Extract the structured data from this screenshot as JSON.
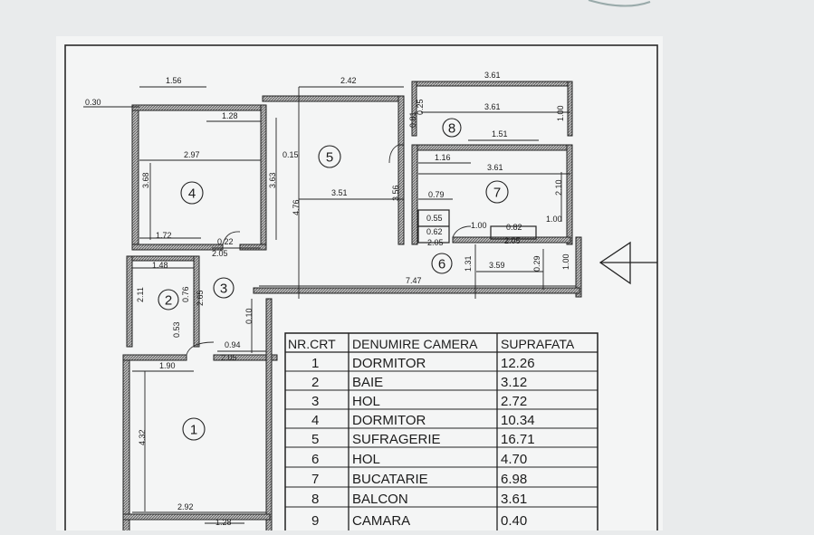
{
  "title_mark": "",
  "rooms": [
    {
      "no": "1"
    },
    {
      "no": "2"
    },
    {
      "no": "3"
    },
    {
      "no": "4"
    },
    {
      "no": "5"
    },
    {
      "no": "6"
    },
    {
      "no": "7"
    },
    {
      "no": "8"
    }
  ],
  "dimensions": {
    "d_156": "1.56",
    "d_242": "2.42",
    "d_361_top": "3.61",
    "d_030": "0.30",
    "d_128_top": "1.28",
    "d_361_balcony": "3.61",
    "d_100_balcony": "1.00",
    "d_181": "0.81",
    "d_025": "0.25",
    "d_151": "1.51",
    "d_297": "2.97",
    "d_015": "0.15",
    "d_116": "1.16",
    "d_361_kitchen": "3.61",
    "d_368": "3.68",
    "d_363": "3.63",
    "d_476": "4.76",
    "d_351": "3.51",
    "d_356": "3.56",
    "d_210": "2.10",
    "d_079": "0.79",
    "d_055": "0.55",
    "d_062": "0.62",
    "d_100a": "1.00",
    "d_082": "0.82",
    "d_100b": "1.00",
    "d_205a": "2.05",
    "d_205b": "2.05",
    "d_172": "1.72",
    "d_022": "0.22",
    "d_205c": "2.05",
    "d_148": "1.48",
    "d_211": "2.11",
    "d_076": "0.76",
    "d_265": "2.65",
    "d_747": "7.47",
    "d_131": "1.31",
    "d_359": "3.59",
    "d_029": "0.29",
    "d_100c": "1.00",
    "d_010": "0.10",
    "d_053": "0.53",
    "d_094": "0.94",
    "d_205d": "2.05",
    "d_190": "1.90",
    "d_432": "4.32",
    "d_292": "2.92",
    "d_128_bottom": "1.28"
  },
  "table": {
    "headers": [
      "NR.CRT",
      "DENUMIRE CAMERA",
      "SUPRAFATA"
    ],
    "rows": [
      {
        "nr": "1",
        "name": "DORMITOR",
        "area": "12.26"
      },
      {
        "nr": "2",
        "name": "BAIE",
        "area": "3.12"
      },
      {
        "nr": "3",
        "name": "HOL",
        "area": "2.72"
      },
      {
        "nr": "4",
        "name": "DORMITOR",
        "area": "10.34"
      },
      {
        "nr": "5",
        "name": "SUFRAGERIE",
        "area": "16.71"
      },
      {
        "nr": "6",
        "name": "HOL",
        "area": "4.70"
      },
      {
        "nr": "7",
        "name": "BUCATARIE",
        "area": "6.98"
      },
      {
        "nr": "8",
        "name": "BALCON",
        "area": "3.61"
      },
      {
        "nr": "9",
        "name": "CAMARA",
        "area": "0.40"
      }
    ]
  },
  "colors": {
    "ink": "#1c1c1c",
    "paper": "#f4f5f5",
    "background": "#e9ebec",
    "hatch": "#555555"
  }
}
